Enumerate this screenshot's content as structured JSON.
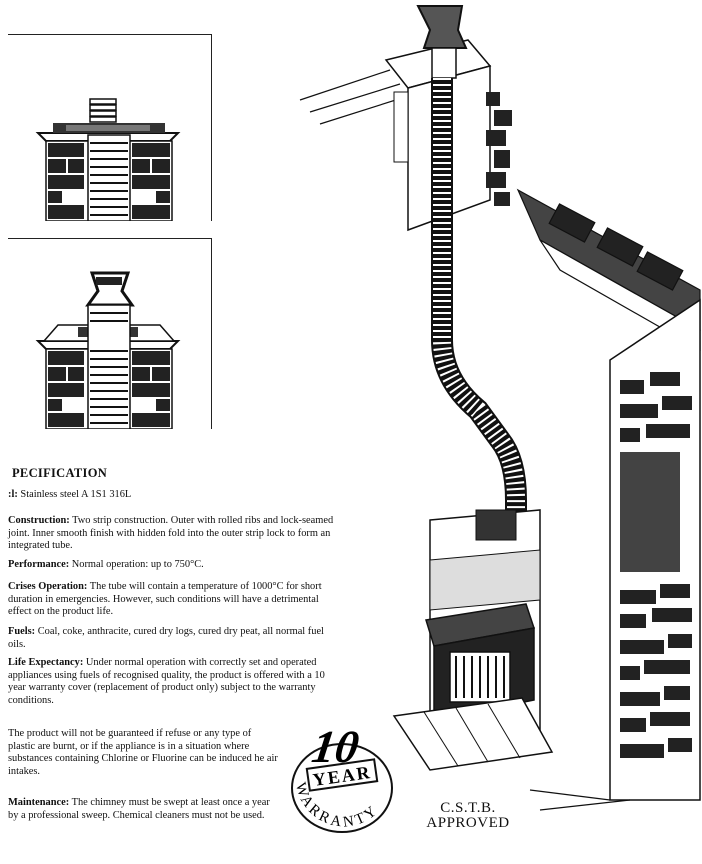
{
  "specification": {
    "title": "PECIFICATION",
    "items": [
      {
        "label": ":l:",
        "text": " Stainless steel A 1S1 316L"
      },
      {
        "label": "Construction:",
        "text": " Two strip construction. Outer with rolled ribs and lock-seamed joint. Inner smooth finish with hidden fold into the outer strip lock to form an integrated tube."
      },
      {
        "label": "Performance:",
        "text": " Normal operation: up to 750°C."
      },
      {
        "label": "Crises Operation:",
        "text": " The tube will contain a temperature of 1000°C for short duration in emergencies. However, such conditions will have a detrimental effect on the product life."
      },
      {
        "label": "Fuels:",
        "text": " Coal, coke, anthracite, cured dry logs, cured dry peat, all normal fuel oils."
      },
      {
        "label": "Life Expectancy:",
        "text": " Under normal operation with correctly set and operated appliances using fuels of recognised quality, the product is offered with a 10 year warranty cover (replacement of product only) subject to the warranty conditions."
      },
      {
        "label": "",
        "text": "The product will not be guaranteed if refuse or any type of plastic are burnt, or if the appliance is in a situation where substances containing Chlorine or Fluorine can be induced he air intakes."
      },
      {
        "label": "Maintenance:",
        "text": " The chimney must be swept at least once a year by a professional sweep. Chemical cleaners must not be used."
      }
    ]
  },
  "warranty": {
    "number": "10",
    "year": "YEAR",
    "word": "WARRANTY"
  },
  "approval": {
    "line1": "C.S.T.B.",
    "line2": "APPROVED"
  }
}
